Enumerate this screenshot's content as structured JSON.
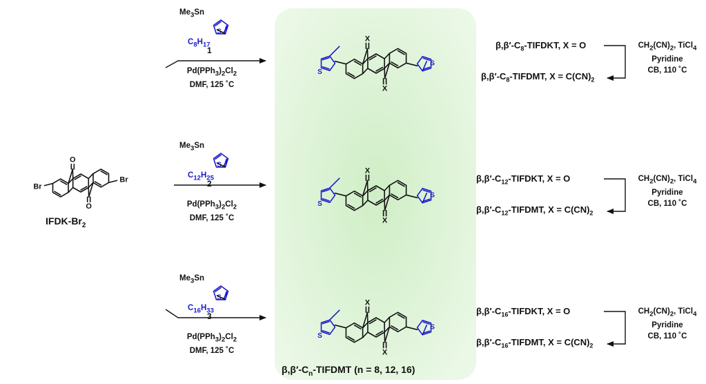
{
  "start_material": {
    "label": "IFDK-Br",
    "label_sub": "2",
    "br": "Br",
    "o": "O"
  },
  "reagent": {
    "me3sn": "Me",
    "me3sn_sub": "3",
    "me3sn_tail": "Sn",
    "s": "S"
  },
  "rows": [
    {
      "id": "1",
      "chain": "C",
      "chain_n": "8",
      "chain_h": "H",
      "chain_hn": "17",
      "cat": "Pd(PPh",
      "cat_sub1": "3",
      "cat_mid": ")",
      "cat_sub2": "2",
      "cat_tail": "Cl",
      "cat_sub3": "2",
      "solvent": "DMF, 125 ˚C",
      "dkt_a": "β,β′-C",
      "dkt_n": "8",
      "dkt_b": "-TIFDKT, X = O",
      "dmt_a": "β,β′-C",
      "dmt_n": "8",
      "dmt_b": "-TIFDMT, X = C(CN)",
      "dmt_sub": "2",
      "step_a": "CH",
      "step_a2": "2",
      "step_b": "(CN)",
      "step_b2": "2",
      "step_c": ", TiCl",
      "step_c2": "4",
      "step2": "Pyridine",
      "step3": "CB, 110 ˚C"
    },
    {
      "id": "2",
      "chain": "C",
      "chain_n": "12",
      "chain_h": "H",
      "chain_hn": "25",
      "cat": "Pd(PPh",
      "cat_sub1": "3",
      "cat_mid": ")",
      "cat_sub2": "2",
      "cat_tail": "Cl",
      "cat_sub3": "2",
      "solvent": "DMF, 125 ˚C",
      "dkt_a": "β,β′-C",
      "dkt_n": "12",
      "dkt_b": "-TIFDKT, X = O",
      "dmt_a": "β,β′-C",
      "dmt_n": "12",
      "dmt_b": "-TIFDMT, X = C(CN)",
      "dmt_sub": "2",
      "step_a": "CH",
      "step_a2": "2",
      "step_b": "(CN)",
      "step_b2": "2",
      "step_c": ", TiCl",
      "step_c2": "4",
      "step2": "Pyridine",
      "step3": "CB, 110 ˚C"
    },
    {
      "id": "3",
      "chain": "C",
      "chain_n": "16",
      "chain_h": "H",
      "chain_hn": "33",
      "cat": "Pd(PPh",
      "cat_sub1": "3",
      "cat_mid": ")",
      "cat_sub2": "2",
      "cat_tail": "Cl",
      "cat_sub3": "2",
      "solvent": "DMF, 125 ˚C",
      "dkt_a": "β,β′-C",
      "dkt_n": "16",
      "dkt_b": "-TIFDKT, X = O",
      "dmt_a": "β,β′-C",
      "dmt_n": "16",
      "dmt_b": "-TIFDMT, X = C(CN)",
      "dmt_sub": "2",
      "step_a": "CH",
      "step_a2": "2",
      "step_b": "(CN)",
      "step_b2": "2",
      "step_c": ", TiCl",
      "step_c2": "4",
      "step2": "Pyridine",
      "step3": "CB, 110 ˚C"
    }
  ],
  "product": {
    "x": "X",
    "s": "S"
  },
  "footer": {
    "a": "β,β′-C",
    "sub": "n",
    "b": "-TIFDMT (n = 8, 12, 16)"
  },
  "colors": {
    "ink": "#111111",
    "blue": "#1a1acc",
    "panel": "#d6f0cf"
  }
}
